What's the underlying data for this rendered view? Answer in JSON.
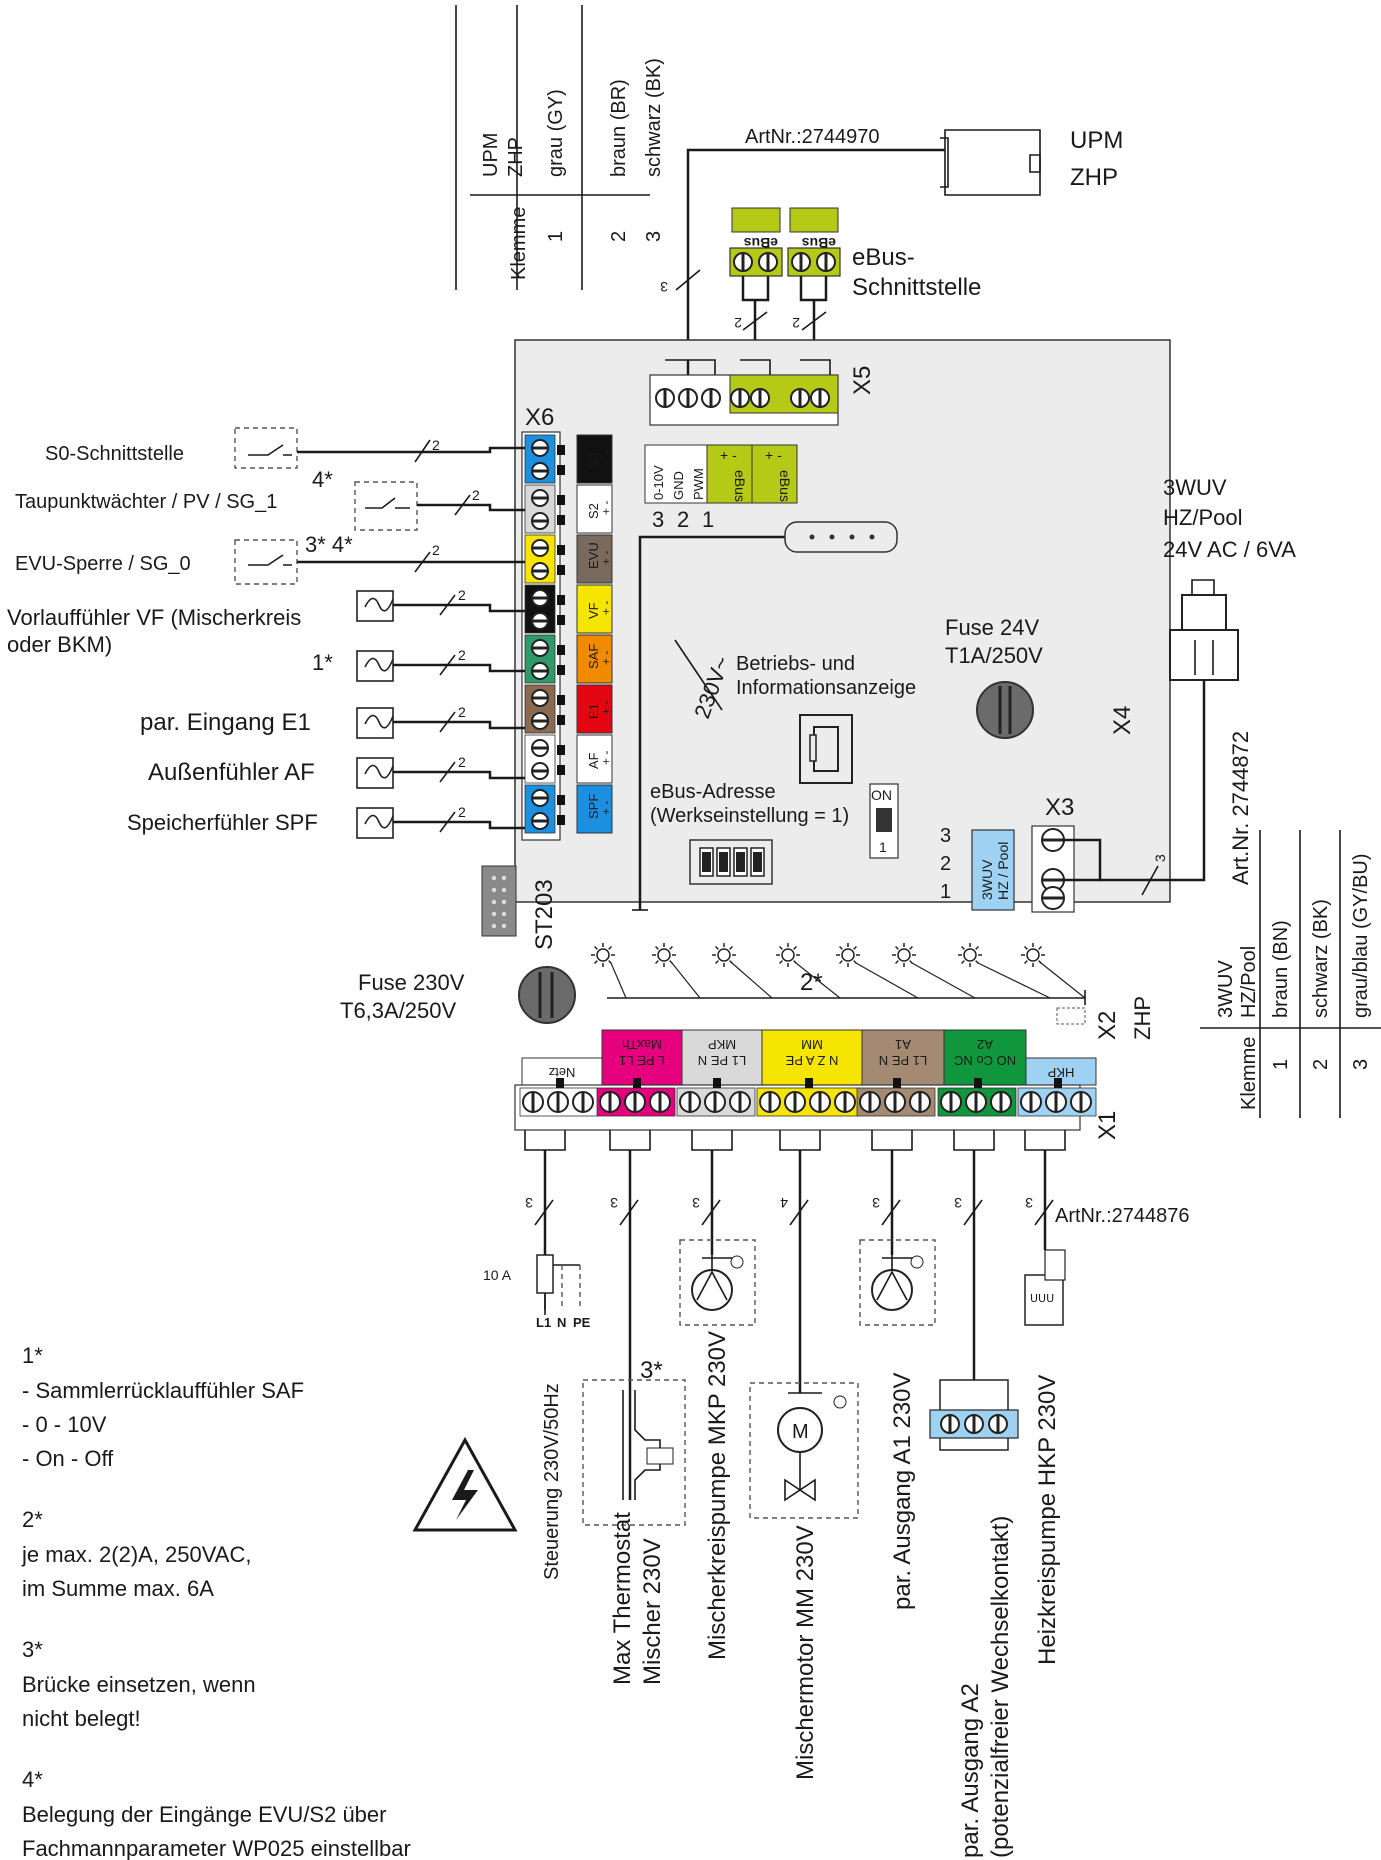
{
  "upm": {
    "art": "ArtNr.:2744970",
    "label1": "UPM",
    "label2": "ZHP",
    "table": {
      "h_klemme": "Klemme",
      "h_upm": "UPM",
      "h_zhp": "ZHP",
      "cols": [
        {
          "color": "grau (GY)",
          "klemme": "1"
        },
        {
          "color": "braun (BR)",
          "klemme": "2"
        },
        {
          "color": "schwarz (BK)",
          "klemme": "3"
        }
      ]
    },
    "wire_count": "3"
  },
  "ebus": {
    "tag": "eBus",
    "label1": "eBus-",
    "label2": "Schnittstelle",
    "wire_count": "2"
  },
  "board": {
    "x5": "X5",
    "x6": "X6",
    "x4": "X4",
    "x3": "X3",
    "x2": "X2",
    "x1": "X1",
    "zhp": "ZHP",
    "st203": "ST203",
    "x5_labels": [
      "0-10V",
      "GND",
      "PWM"
    ],
    "x5_nums": [
      "3",
      "2",
      "1"
    ],
    "x6_blocks": [
      {
        "name": "S0",
        "sign": "+ -",
        "color": "#111111",
        "tcolor": "#ffffff"
      },
      {
        "name": "S2",
        "sign": "+ -",
        "color": "#ffffff",
        "tcolor": "#111111"
      },
      {
        "name": "EVU",
        "sign": "+ -",
        "color": "#7a6a5e",
        "tcolor": "#ffffff"
      },
      {
        "name": "VF",
        "sign": "+ -",
        "color": "#f6e500",
        "tcolor": "#111111"
      },
      {
        "name": "SAF",
        "sign": "+ -",
        "color": "#f28a00",
        "tcolor": "#ffffff"
      },
      {
        "name": "E1",
        "sign": "+ -",
        "color": "#e20613",
        "tcolor": "#ffffff"
      },
      {
        "name": "AF",
        "sign": "+ -",
        "color": "#ffffff",
        "tcolor": "#111111"
      },
      {
        "name": "SPF",
        "sign": "+ -",
        "color": "#1b8fe0",
        "tcolor": "#111111"
      }
    ],
    "crossed": "230V~",
    "display1": "Betriebs- und",
    "display2": "Informationsanzeige",
    "addr1": "eBus-Adresse",
    "addr2": "(Werkseinstellung = 1)",
    "sw_on": "ON",
    "sw_one": "1",
    "fuse24_1": "Fuse 24V",
    "fuse24_2": "T1A/250V",
    "fuse230_1": "Fuse 230V",
    "fuse230_2": "T6,3A/250V",
    "x3_nums": [
      "3",
      "2",
      "1"
    ],
    "x3_block": "3WUV HZ / Pool",
    "note2": "2*",
    "x1_blocks": [
      {
        "name": "Netz",
        "pins": "",
        "color": "#ffffff"
      },
      {
        "name": "MaxTh",
        "pins": "L PE L1",
        "color": "#e6007e"
      },
      {
        "name": "MKP",
        "pins": "L1 PE N",
        "color": "#d9d9d9"
      },
      {
        "name": "MM",
        "pins": "N Z A PE",
        "color": "#f6e500"
      },
      {
        "name": "A1",
        "pins": "L1 PE N",
        "color": "#a58a73"
      },
      {
        "name": "A2",
        "pins": "NO Co NC",
        "color": "#10973d"
      },
      {
        "name": "HKP",
        "pins": "",
        "color": "#9fd1f3"
      }
    ]
  },
  "left_inputs": [
    {
      "label": "S0-Schnittstelle"
    },
    {
      "label": "Taupunktwächter / PV / SG_1",
      "mark": "4*"
    },
    {
      "label": "EVU-Sperre / SG_0",
      "mark": "3*  4*"
    },
    {
      "label": "Vorlauffühler VF (Mischerkreis",
      "label2": "oder BKM)"
    },
    {
      "label": "1*"
    },
    {
      "label": "par. Eingang E1"
    },
    {
      "label": "Außenfühler AF"
    },
    {
      "label": "Speicherfühler SPF"
    }
  ],
  "right_3wuv": {
    "l1": "3WUV",
    "l2": "HZ/Pool",
    "l3": "24V AC / 6VA",
    "art": "Art.Nr. 2744872",
    "wire_count": "3",
    "table": {
      "h_klemme": "Klemme",
      "h_3wuv": "3WUV",
      "h_hzpool": "HZ/Pool",
      "cols": [
        {
          "color": "braun (BN)",
          "klemme": "1"
        },
        {
          "color": "schwarz (BK)",
          "klemme": "2"
        },
        {
          "color": "grau/blau (GY/BU)",
          "klemme": "3"
        }
      ]
    }
  },
  "bottom": {
    "art": "ArtNr.:2744876",
    "fuse10": "10 A",
    "l1npe": [
      "L1",
      "N",
      "PE"
    ],
    "wire_counts": [
      "3",
      "3",
      "3",
      "4",
      "3",
      "3",
      "3"
    ],
    "note3": "3*",
    "outputs": [
      {
        "l1": "Steuerung 230V/50Hz",
        "l2": ""
      },
      {
        "l1": "Max Thermostat",
        "l2": "Mischer 230V"
      },
      {
        "l1": "Mischerkreispumpe MKP 230V",
        "l2": ""
      },
      {
        "l1": "Mischermotor MM 230V",
        "l2": ""
      },
      {
        "l1": "par. Ausgang A1 230V",
        "l2": ""
      },
      {
        "l1": "par. Ausgang A2",
        "l2": "(potenzialfreier Wechselkontakt)"
      },
      {
        "l1": "Heizkreispumpe HKP 230V",
        "l2": ""
      }
    ]
  },
  "notes": {
    "n1_title": "1*",
    "n1_lines": [
      "- Sammlerrücklauffühler SAF",
      "- 0 - 10V",
      "- On - Off"
    ],
    "n2_title": "2*",
    "n2_lines": [
      "je max. 2(2)A, 250VAC,",
      "im Summe max. 6A"
    ],
    "n3_title": "3*",
    "n3_lines": [
      "Brücke einsetzen, wenn",
      "nicht belegt!"
    ],
    "n4_title": "4*",
    "n4_lines": [
      "Belegung der Eingänge EVU/S2 über",
      "Fachmannparameter WP025 einstellbar"
    ]
  }
}
